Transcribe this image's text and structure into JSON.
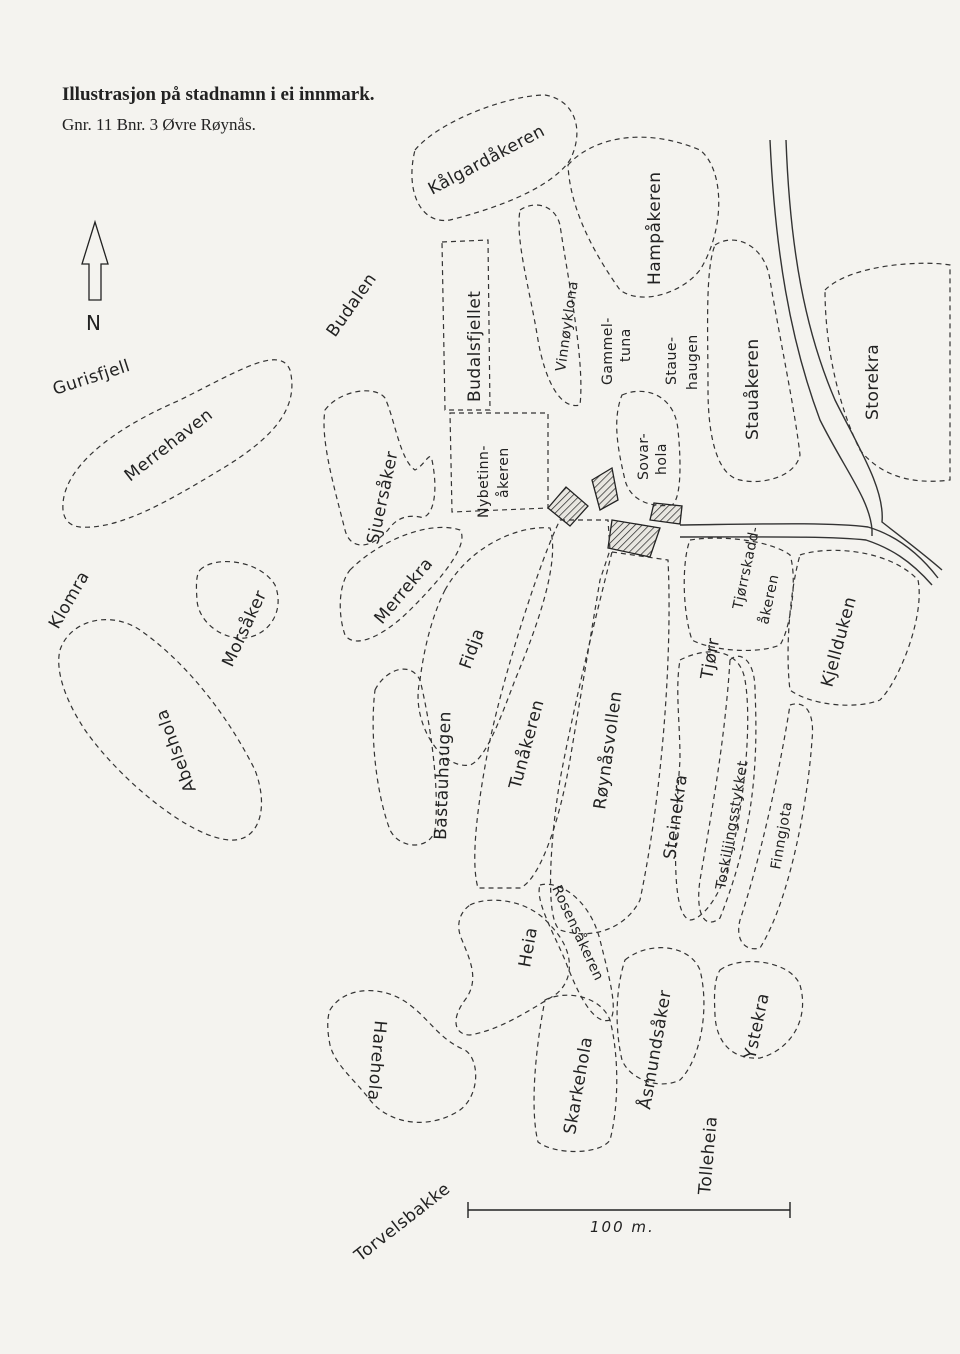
{
  "title": "Illustrasjon på stadnamn i ei innmark.",
  "subtitle": "Gnr. 11 Bnr. 3 Øvre Røynås.",
  "north_label": "N",
  "scale_label": "100 m.",
  "place_names": [
    {
      "id": "kalgardakeren",
      "text": "Kålgardåkeren"
    },
    {
      "id": "hampakeren",
      "text": "Hampåkeren"
    },
    {
      "id": "budalen",
      "text": "Budalen"
    },
    {
      "id": "budalsfjellet",
      "text": "Budalsfjellet"
    },
    {
      "id": "vinnoyklona",
      "text": "Vinnøyklona"
    },
    {
      "id": "gammeltuna",
      "text": "Gammel-"
    },
    {
      "id": "gammeltuna2",
      "text": "tuna"
    },
    {
      "id": "staue",
      "text": "Staue-"
    },
    {
      "id": "haugen",
      "text": "haugen"
    },
    {
      "id": "stauakeren",
      "text": "Stauåkeren"
    },
    {
      "id": "storekra",
      "text": "Storekra"
    },
    {
      "id": "gurisfjell",
      "text": "Gurisfjell"
    },
    {
      "id": "merrehaven",
      "text": "Merrehaven"
    },
    {
      "id": "sjuersaker",
      "text": "Sjuersåker"
    },
    {
      "id": "nybetinn",
      "text": "Nybetinn-"
    },
    {
      "id": "akeren",
      "text": "åkeren"
    },
    {
      "id": "sovar",
      "text": "Sovar-"
    },
    {
      "id": "hola",
      "text": "hola"
    },
    {
      "id": "klomra",
      "text": "Klomra"
    },
    {
      "id": "morsaker",
      "text": "Morsåker"
    },
    {
      "id": "merrekra",
      "text": "Merrekra"
    },
    {
      "id": "fidja",
      "text": "Fidja"
    },
    {
      "id": "tjorrskadd",
      "text": "Tjørrskadd-"
    },
    {
      "id": "tjorrakeren",
      "text": "åkeren"
    },
    {
      "id": "kjellduken",
      "text": "Kjellduken"
    },
    {
      "id": "abelshola",
      "text": "Abelshola"
    },
    {
      "id": "bastauhaugen",
      "text": "Bastauhaugen"
    },
    {
      "id": "tunakeren",
      "text": "Tunåkeren"
    },
    {
      "id": "roynasvollen",
      "text": "Røynåsvollen"
    },
    {
      "id": "tjorr",
      "text": "Tjørr"
    },
    {
      "id": "steinekra",
      "text": "Steinekra"
    },
    {
      "id": "toskiljingsstykket",
      "text": "Toskiljingsstykket"
    },
    {
      "id": "finngjota",
      "text": "Finngjota"
    },
    {
      "id": "rosensakeren",
      "text": "Rosensåkeren"
    },
    {
      "id": "heia",
      "text": "Heia"
    },
    {
      "id": "harehola",
      "text": "Harehola"
    },
    {
      "id": "skarkehola",
      "text": "Skarkehola"
    },
    {
      "id": "asmundsaker",
      "text": "Åsmundsåker"
    },
    {
      "id": "ystekra",
      "text": "Ystekra"
    },
    {
      "id": "tolleheia",
      "text": "Tolleheia"
    },
    {
      "id": "torvelsbakke",
      "text": "Torvelsbakke"
    }
  ]
}
